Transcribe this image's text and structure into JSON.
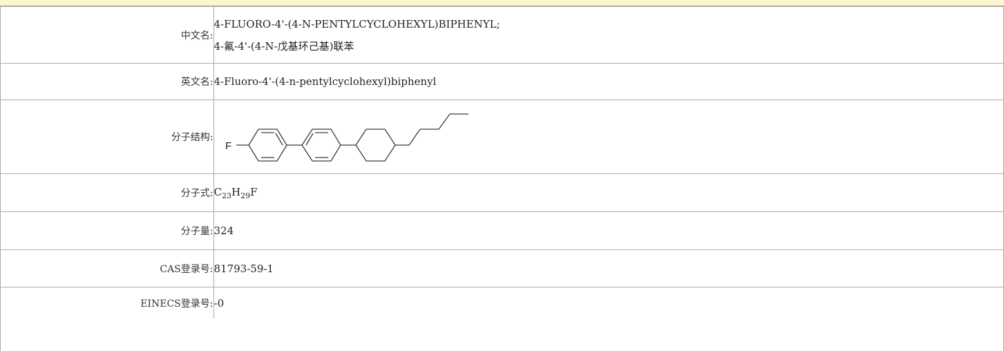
{
  "rows": {
    "chinese_name": {
      "label": "中文名:",
      "line1": "4-FLUORO-4'-(4-N-PENTYLCYCLOHEXYL)BIPHENYL;",
      "line2": "4-氟-4'-(4-N-戊基环己基)联苯"
    },
    "english_name": {
      "label": "英文名:",
      "value": "4-Fluoro-4'-(4-n-pentylcyclohexyl)biphenyl"
    },
    "structure": {
      "label": "分子结构:",
      "atom_label": "F"
    },
    "formula": {
      "label": "分子式:",
      "c": "C",
      "c_count": "23",
      "h": "H",
      "h_count": "29",
      "f": "F"
    },
    "molecular_weight": {
      "label": "分子量:",
      "value": "324"
    },
    "cas": {
      "label": "CAS登录号:",
      "value": "81793-59-1"
    },
    "einecs": {
      "label": "EINECS登录号:",
      "value": "-0"
    }
  },
  "colors": {
    "header_band": "#fdf4d2",
    "border": "#a9a9a9",
    "bond": "#3a3a3a"
  }
}
